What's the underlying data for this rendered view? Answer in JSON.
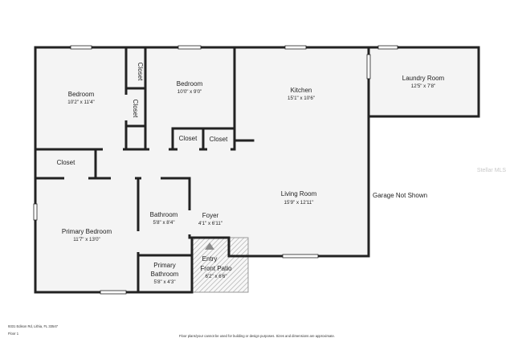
{
  "colors": {
    "wall": "#222222",
    "floor": "#f4f4f4",
    "window": "#ffffff",
    "patio_hatch": "#bdbdbd",
    "background": "#ffffff"
  },
  "icons": {
    "entry_marker": "up-triangle-icon"
  },
  "rooms": {
    "bedroom_nw": {
      "name": "Bedroom",
      "dims": "10'2\" x 11'4\""
    },
    "closet_upper": {
      "name": "Closet"
    },
    "closet_lower": {
      "name": "Closet"
    },
    "bedroom_center": {
      "name": "Bedroom",
      "dims": "10'0\" x 9'0\""
    },
    "kitchen": {
      "name": "Kitchen",
      "dims": "15'1\" x 10'6\""
    },
    "laundry": {
      "name": "Laundry Room",
      "dims": "12'5\" x 7'8\""
    },
    "closet_left": {
      "name": "Closet"
    },
    "closet_mid1": {
      "name": "Closet"
    },
    "closet_mid2": {
      "name": "Closet"
    },
    "living_room": {
      "name": "Living Room",
      "dims": "15'9\" x 12'11\""
    },
    "primary_bedroom": {
      "name": "Primary Bedroom",
      "dims": "11'7\" x 13'0\""
    },
    "bathroom": {
      "name": "Bathroom",
      "dims": "5'8\" x 8'4\""
    },
    "foyer": {
      "name": "Foyer",
      "dims": "4'1\" x 6'11\""
    },
    "entry": {
      "name": "Entry"
    },
    "front_patio": {
      "name": "Front Patio",
      "dims": "6'2\" x 6'6\""
    },
    "primary_bathroom": {
      "name_line1": "Primary",
      "name_line2": "Bathroom",
      "dims": "5'8\" x 4'3\""
    }
  },
  "garage_note": "Garage Not Shown",
  "footer": {
    "address": "9331 Edison Rd, Lithia, FL 33547",
    "floor": "Floor 1",
    "disclaimer": "Floor plans/your cannot be used for building or design purposes. Sizes and dimensions are approximate."
  },
  "watermark": "Stellar MLS"
}
